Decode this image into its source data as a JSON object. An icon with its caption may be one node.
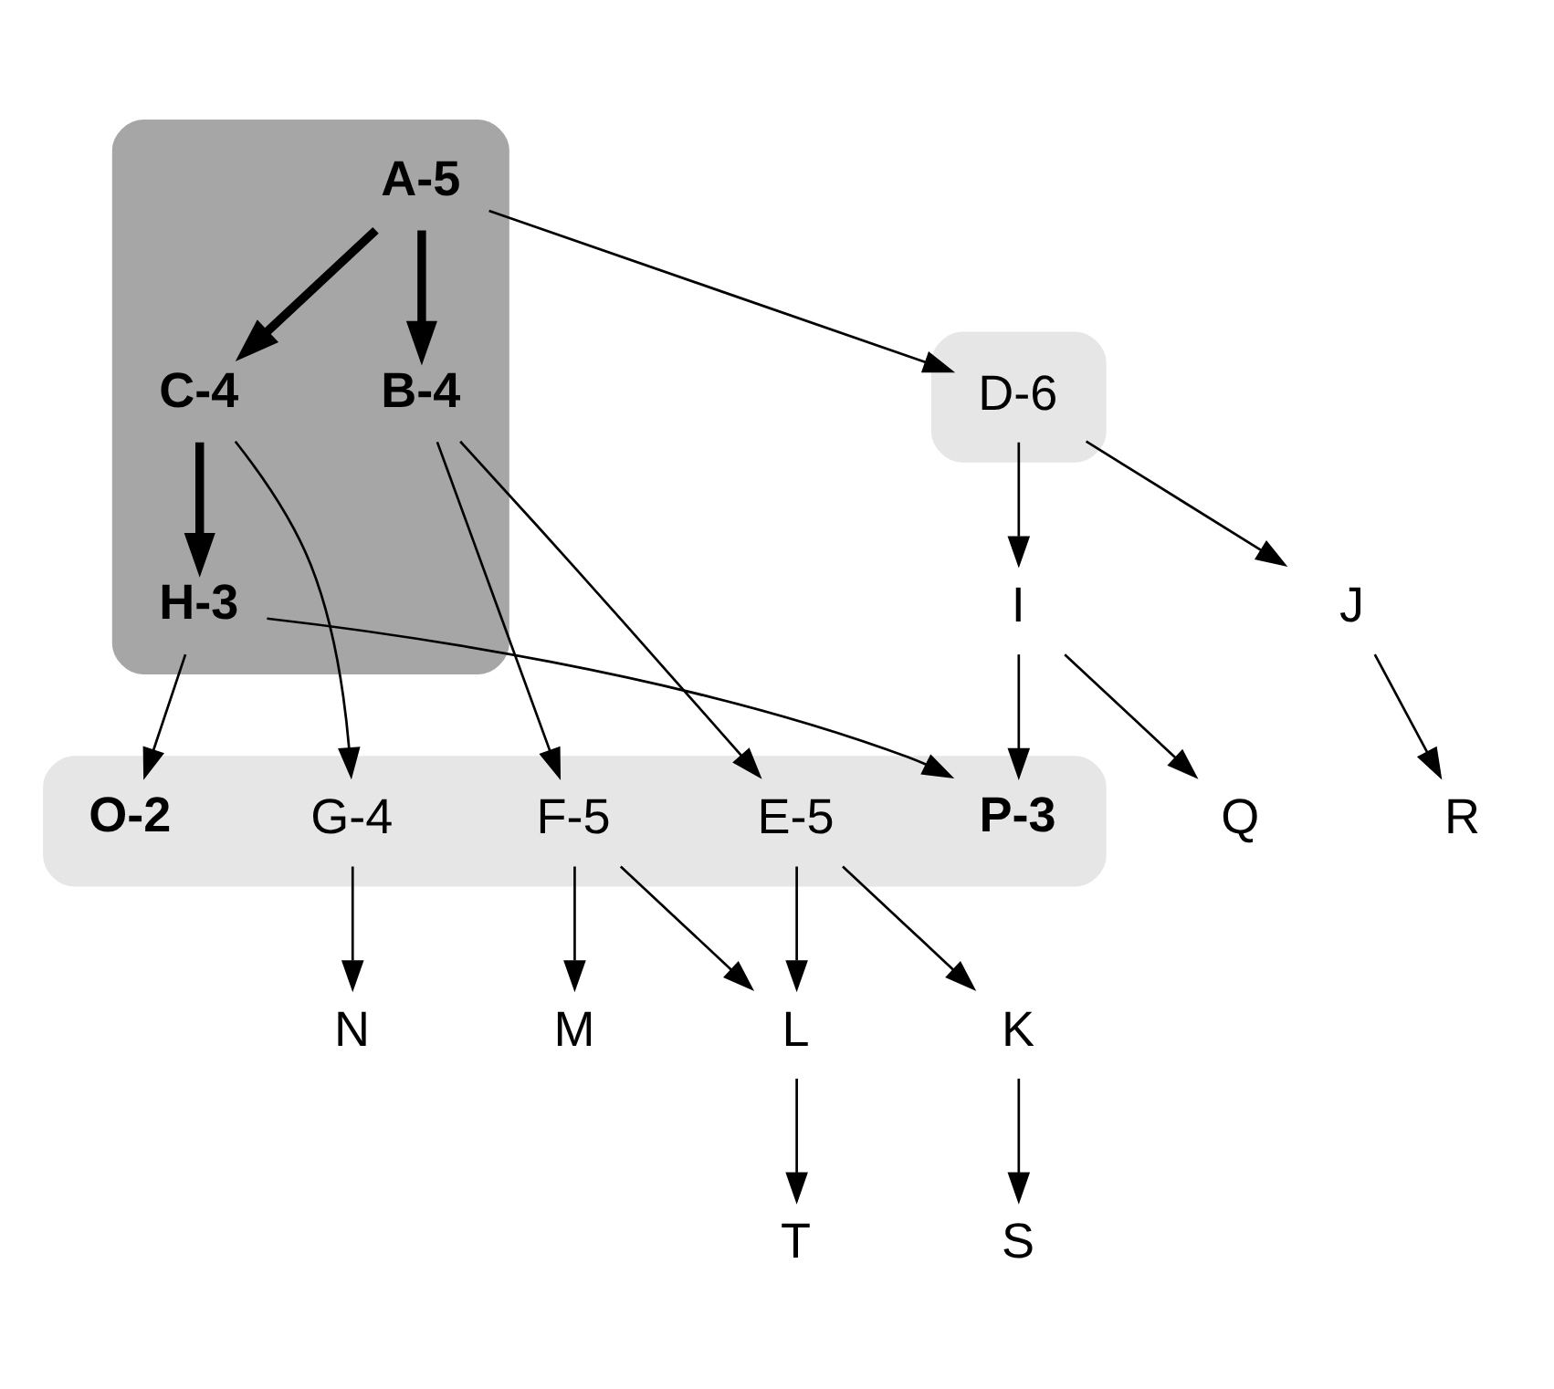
{
  "diagram": {
    "nodes": [
      {
        "text": [],
        "shape": "cloud"
      },
      {
        "text": [
          "A-5"
        ],
        "in": 0
      },
      {
        "text": [
          "B-4"
        ],
        "in": 0
      },
      {
        "text": [
          "C-4"
        ],
        "in": 0
      },
      {
        "text": [],
        "shape": "cloud"
      },
      {
        "text": [
          "D-6"
        ],
        "in": 4
      },
      {
        "text": [],
        "shape": "cloud"
      },
      {
        "text": [
          "E-5"
        ],
        "in": 6
      },
      {
        "text": [
          "F-5"
        ],
        "in": 6
      },
      {
        "text": [
          "G-4"
        ],
        "in": 6
      },
      {
        "text": [
          "H-3"
        ],
        "in": 0
      },
      {
        "text": [
          "I"
        ]
      },
      {
        "text": [
          "J"
        ]
      },
      {
        "text": [
          "K"
        ]
      },
      {
        "text": [
          "L"
        ]
      },
      {
        "text": [
          "M"
        ]
      },
      {
        "text": [
          "N"
        ]
      },
      {
        "text": [
          "O-2"
        ],
        "in": 6
      },
      {
        "text": [
          "P-3"
        ],
        "in": 6
      },
      {
        "text": [
          "Q"
        ]
      },
      {
        "text": [
          "R"
        ]
      },
      {
        "text": [
          "S"
        ]
      },
      {
        "text": [
          "T"
        ]
      }
    ],
    "edges": [
      {
        "from": 1,
        "to": 2,
        "arrow": "to",
        "style": "thick"
      },
      {
        "from": 1,
        "to": 3,
        "arrow": "to",
        "style": "thick"
      },
      {
        "from": 1,
        "to": 5,
        "arrow": "to"
      },
      {
        "from": 2,
        "to": 7,
        "arrow": "to"
      },
      {
        "from": 2,
        "to": 8,
        "arrow": "to"
      },
      {
        "from": 3,
        "to": 9,
        "arrow": "to"
      },
      {
        "from": 3,
        "to": 10,
        "arrow": "to",
        "style": "thick"
      },
      {
        "from": 5,
        "to": 11,
        "arrow": "to"
      },
      {
        "from": 5,
        "to": 12,
        "arrow": "to"
      },
      {
        "from": 7,
        "to": 13,
        "arrow": "to"
      },
      {
        "from": 7,
        "to": 14,
        "arrow": "to"
      },
      {
        "from": 8,
        "to": 14,
        "arrow": "to"
      },
      {
        "from": 8,
        "to": 15,
        "arrow": "to"
      },
      {
        "from": 9,
        "to": 16,
        "arrow": "to"
      },
      {
        "from": 10,
        "to": 17,
        "arrow": "to"
      },
      {
        "from": 10,
        "to": 18,
        "arrow": "to"
      },
      {
        "from": 11,
        "to": 18,
        "arrow": "to"
      },
      {
        "from": 11,
        "to": 19,
        "arrow": "to"
      },
      {
        "from": 12,
        "to": 20,
        "arrow": "to"
      },
      {
        "from": 13,
        "to": 21,
        "arrow": "to"
      },
      {
        "from": 14,
        "to": 22,
        "arrow": "to"
      }
    ]
  }
}
